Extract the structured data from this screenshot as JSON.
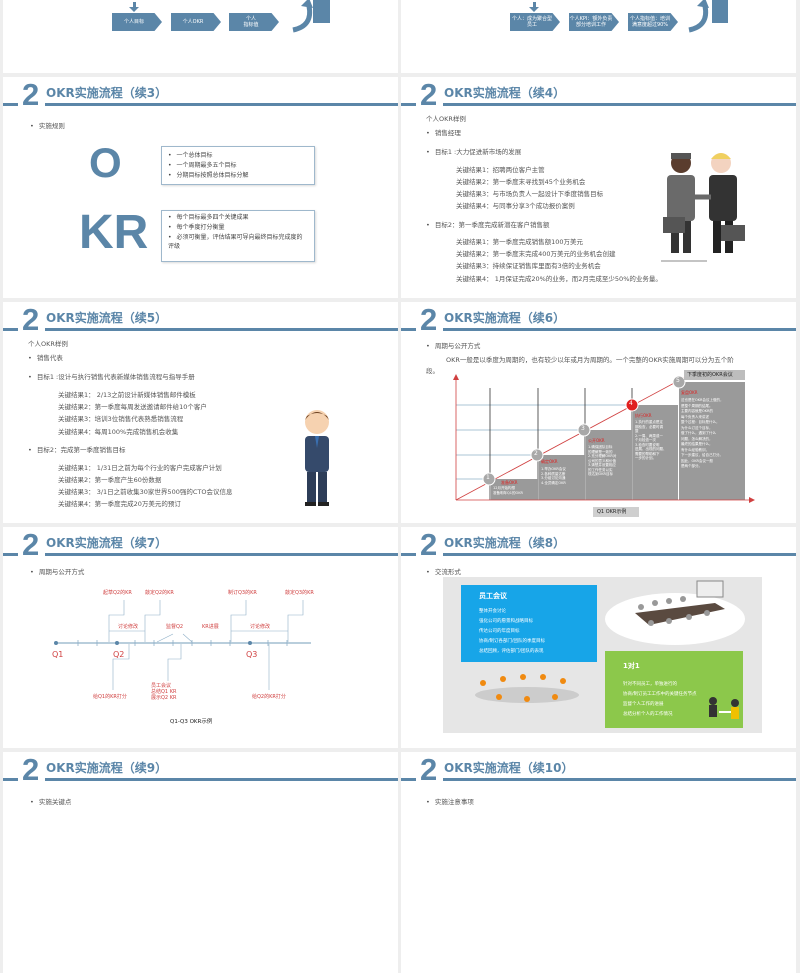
{
  "colors": {
    "primary": "#5b86a8",
    "accent_red": "#e02020",
    "blue_card": "#17a5e8",
    "green_card": "#8cc84b",
    "step_gray": "#9a9a9a"
  },
  "section_number": "2",
  "slides": {
    "s1": {
      "flow": [
        "个人目标",
        "个人OKR",
        "个人\n指标值"
      ]
    },
    "s2": {
      "flow": [
        "个人：成为聚合型员工",
        "个人KPI：额外负责部分培训工作",
        "个人指标值：培训满意度超过90%"
      ]
    },
    "s3": {
      "title": "OKR实施流程（续3）",
      "bullet": "实施规则",
      "o": "O",
      "kr": "KR",
      "o_items": [
        "一个总体目标",
        "一个周期最多五个目标",
        "分期目标按照总体目标分解"
      ],
      "kr_items": [
        "每个目标最多四个关键成果",
        "每个季度打分衡量",
        "必须可衡量，评估结果可导向最终目标完成度的评级"
      ]
    },
    "s4": {
      "title": "OKR实施流程（续4）",
      "subtitle": "个人OKR样例",
      "role": "销售经理",
      "goal1": "目标1 :大力促进新市场的发展",
      "goal1_krs": [
        "关键结果1：招聘两位客户主管",
        "关键结果2：第一季度末寻找到45个业务机会",
        "关键结果3：与市场负责人一起设计下季度销售目标",
        "关键结果4：与同事分享3个成功报价案例"
      ],
      "goal2": "目标2：第一季度完成新潜在客户销售额",
      "goal2_krs": [
        "关键结果1：第一季度完成销售额100万美元",
        "关键结果2：第一季度末完成400万美元的业务机会创建",
        "关键结果3：持续保证销售库里面有3倍的业务机会",
        "关键结果4：  1月保证完成20%的业务，而2月完成至少50%的业务量。"
      ]
    },
    "s5": {
      "title": "OKR实施流程（续5）",
      "subtitle": "个人OKR样例",
      "role": "销售代表",
      "goal1": "目标1 :设计与执行销售代表新媒体销售流程与指导手册",
      "goal1_krs": [
        "关键结果1：  2/13之前设计新媒体销售邮件模板",
        "关键结果2：第一季度每周发送邀请邮件给10个客户",
        "关键结果3：培训3位销售代表熟悉销售流程",
        "关键结果4：每周100%完成销售机会收集"
      ],
      "goal2": "目标2：完成第一季度销售目标",
      "goal2_krs": [
        "关键结果1：  1/31日之前为每个行业的客户完成客户计划",
        "关键结果2：第一季度产生60份数据",
        "关键结果3：  3/1日之前收集30家世界500强的CTO会议信息",
        "关键结果4：第一季度完成20万美元的预订"
      ]
    },
    "s6": {
      "title": "OKR实施流程（续6）",
      "bullet": "周期与公开方式",
      "paragraph1": "OKR一般是以季度为周期的，也有较少以年或月为周期的。一个完整的OKR实施周期可以分为五个阶",
      "paragraph2": "段。",
      "next_meeting": "下季度初的OKR会议",
      "caption": "Q1  OKR示例",
      "steps": [
        {
          "n": "1",
          "name": "准备OKR",
          "text": "12月开始构想\n准备明年Q1的OKR"
        },
        {
          "n": "2",
          "name": "确定OKR",
          "text": "1.举办OKR会议\n2.各种质量达断\n3.分组讨论沟通\n4.全员确定OKR"
        },
        {
          "n": "3",
          "name": "公开OKR",
          "text": "1.确保团队目标\n的理解是一致的\n2.充分理解OKR对\n公司的意义和价值\n3.清楚并设置相应\n的工作任务以实\n现达到OKR目标"
        },
        {
          "n": "4",
          "name": "执行OKR",
          "text": "1.执行的重点是定\n期检查，必要时调\n整\n2.一周、两周或一\n个月检查一次\n3.检查时要说明\n进展、出现的问题、\n需要的帮助和下\n一步的计划。"
        },
        {
          "n": "5",
          "name": "复盘OKR",
          "text": "这也是在OKR会议上做的，\n是整个周期的结尾。\n主要内容就是OKR的\n每个负责人来讲述\n整个过程：目标是什么，\n为什么订这个目标，\n做了什么，遇到了什么\n问题，怎么解决的，\n最终的结果是什么，\n有什么经验教训，\n下一步建议，给自己打分。\n因此，OKR会议一般\n是两个部分。"
        }
      ]
    },
    "s7": {
      "title": "OKR实施流程（续7）",
      "bullet": "周期与公开方式",
      "q": [
        "Q1",
        "Q2",
        "Q3"
      ],
      "top_labels": [
        "起草Q2的KR",
        "敲定Q2的KR",
        "制订Q3的KR",
        "敲定Q3的KR"
      ],
      "mid_labels": [
        "讨论修改",
        "监督Q2",
        "KR进展",
        "讨论修改"
      ],
      "bottom_left": "给Q1的KR打分",
      "bottom_mid": [
        "员工会议",
        "总结Q1  KR",
        "展示Q2  KR"
      ],
      "bottom_right": "给Q2的KR打分",
      "caption": "Q1-Q3  OKR示例"
    },
    "s8": {
      "title": "OKR实施流程（续8）",
      "bullet": "交流形式",
      "card1_title": "员工会议",
      "card1_items": [
        "整体开会讨论",
        "强化公司的愿景和战略目标",
        "传达公司的年度目标",
        "协商/制订各部门/团队的季度目标",
        "总结回顾，评估部门/团队的表现"
      ],
      "card2_title": "1对1",
      "card2_items": [
        "针对不同员工，单独进行的",
        "协商/制订员工工作中的关键任务节点",
        "监督个人工作的进展",
        "总结分析个人的工作情况"
      ]
    },
    "s9": {
      "title": "OKR实施流程（续9）",
      "bullet": "实施关键点"
    },
    "s10": {
      "title": "OKR实施流程（续10）",
      "bullet": "实施注意事项"
    }
  }
}
